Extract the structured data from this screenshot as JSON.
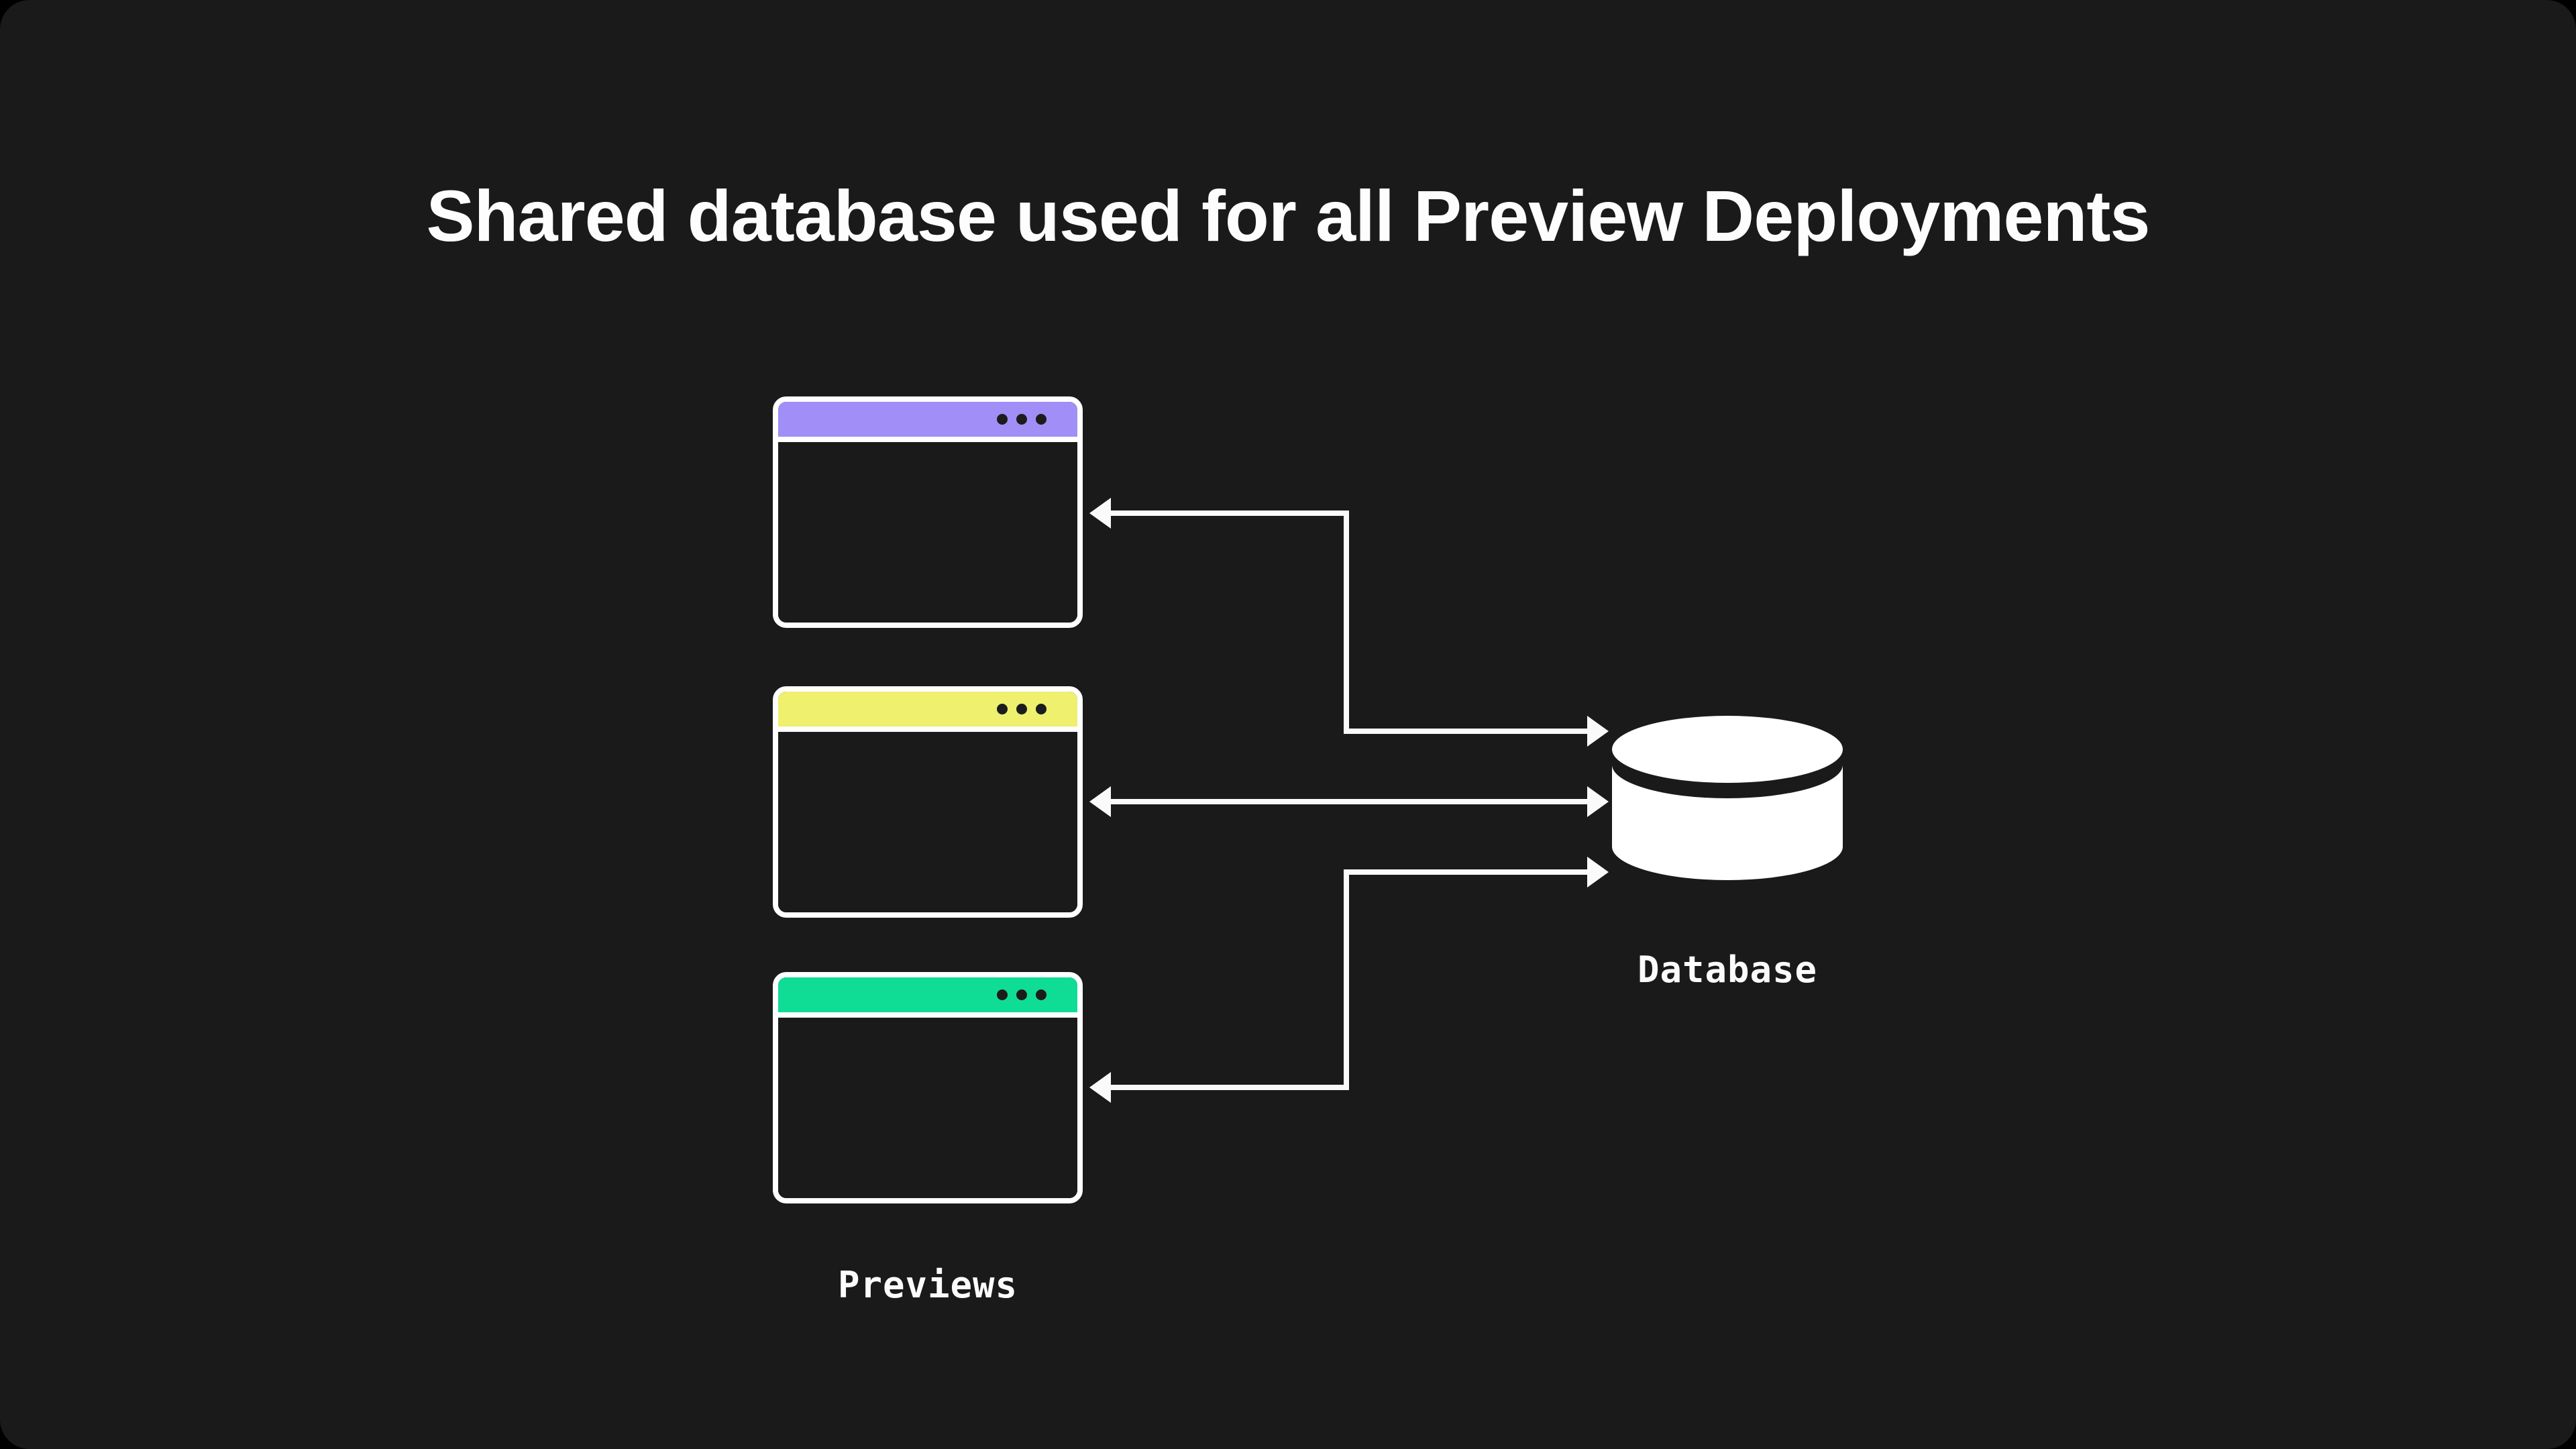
{
  "title": "Shared database used for all Preview Deployments",
  "colors": {
    "background": "#1a1a1a",
    "text": "#fdfdfd",
    "arrow": "#fafafa",
    "window_border": "#ffffff",
    "window_dot": "#1c1c1c",
    "database_fill": "#ffffff",
    "titlebar_purple": "#a18ef7",
    "titlebar_yellow": "#eef06e",
    "titlebar_green": "#10dd95"
  },
  "previews": {
    "label": "Previews",
    "windows": [
      {
        "name": "preview-window-1",
        "titlebar_color": "#a18ef7",
        "dot_count": 3
      },
      {
        "name": "preview-window-2",
        "titlebar_color": "#eef06e",
        "dot_count": 3
      },
      {
        "name": "preview-window-3",
        "titlebar_color": "#10dd95",
        "dot_count": 3
      }
    ]
  },
  "database": {
    "label": "Database"
  },
  "connections": [
    {
      "from": "preview-window-1",
      "to": "database",
      "shape": "elbow",
      "bidirectional": true
    },
    {
      "from": "preview-window-2",
      "to": "database",
      "shape": "straight",
      "bidirectional": true
    },
    {
      "from": "preview-window-3",
      "to": "database",
      "shape": "elbow",
      "bidirectional": true
    }
  ]
}
